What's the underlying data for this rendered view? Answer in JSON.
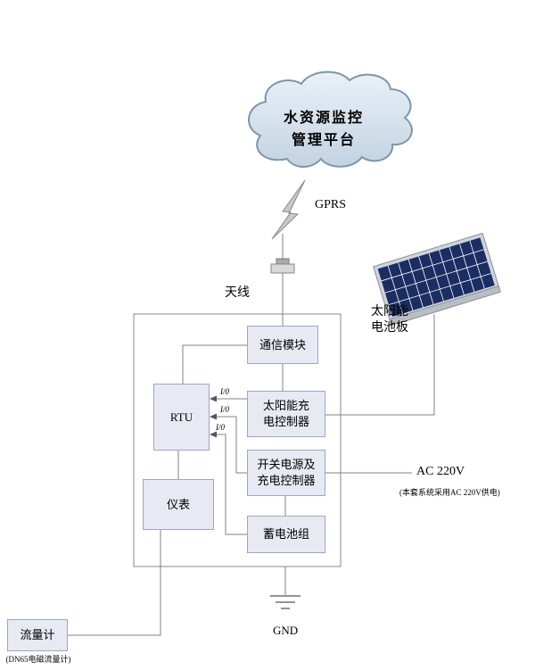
{
  "cloud": {
    "line1": "水资源监控",
    "line2": "管理平台"
  },
  "labels": {
    "gprs": "GPRS",
    "antenna": "天线",
    "solar_panel_line1": "太阳能",
    "solar_panel_line2": "电池板",
    "ac": "AC 220V",
    "ac_note": "(本套系统采用AC 220V供电)",
    "gnd": "GND",
    "io1": "I/0",
    "io2": "I/0",
    "io3": "I/0"
  },
  "boxes": {
    "comm_module": "通信模块",
    "rtu": "RTU",
    "solar_controller_line1": "太阳能充",
    "solar_controller_line2": "电控制器",
    "power_supply_line1": "开关电源及",
    "power_supply_line2": "充电控制器",
    "instrument": "仪表",
    "battery": "蓄电池组",
    "flow_meter": "流量计",
    "flow_meter_note": "(DN65电磁流量计)"
  },
  "colors": {
    "box_fill": "#e7eaf3",
    "box_border": "#9aa7c7",
    "wire": "#808080",
    "cloud_fill_top": "#eaf1f8",
    "cloud_fill_bottom": "#c3d3e2",
    "cloud_stroke": "#7e95aa",
    "solar_panel": "#1b2e63",
    "lightning": "#c9c9c9"
  }
}
